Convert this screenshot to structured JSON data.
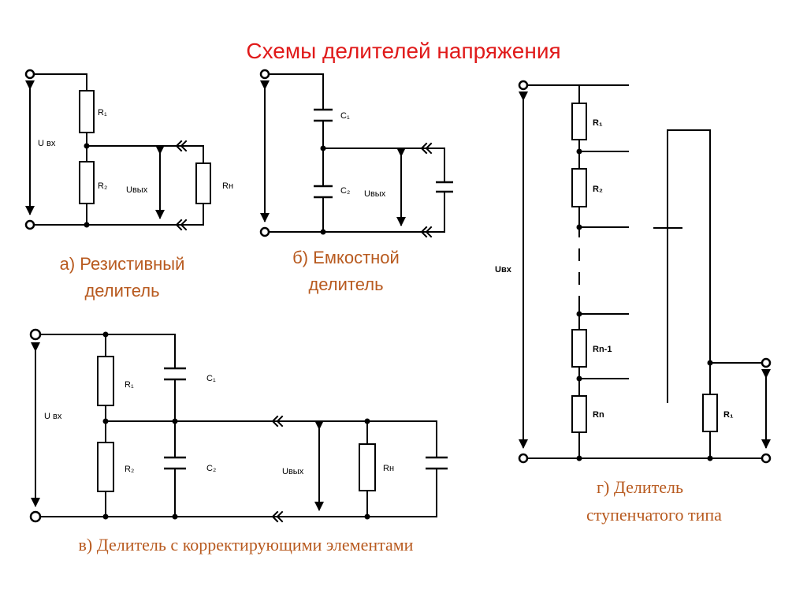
{
  "title": "Схемы делителей напряжения",
  "colors": {
    "title": "#e01a1a",
    "caption": "#b85a1f",
    "wire": "#000000"
  },
  "circuit_a": {
    "caption_line1": "а) Резистивный",
    "caption_line2": "делитель",
    "r1": "R₁",
    "r2": "R₂",
    "rn": "Rн",
    "uin": "U вх",
    "uout": "Uвых"
  },
  "circuit_b": {
    "caption_line1": "б) Емкостной",
    "caption_line2": "делитель",
    "c1": "C₁",
    "c2": "C₂",
    "uout": "Uвых"
  },
  "circuit_c": {
    "caption": "в) Делитель с корректирующими элементами",
    "r1": "R₁",
    "r2": "R₂",
    "c1": "C₁",
    "c2": "C₂",
    "rn": "Rн",
    "uin": "U вх",
    "uout": "Uвых"
  },
  "circuit_d": {
    "caption_line1": "г) Делитель",
    "caption_line2": "ступенчатого типа",
    "r1": "R₁",
    "r2": "R₂",
    "rn1": "Rn-1",
    "rn": "Rn",
    "r1_out": "R₁",
    "uin": "Uвх"
  }
}
